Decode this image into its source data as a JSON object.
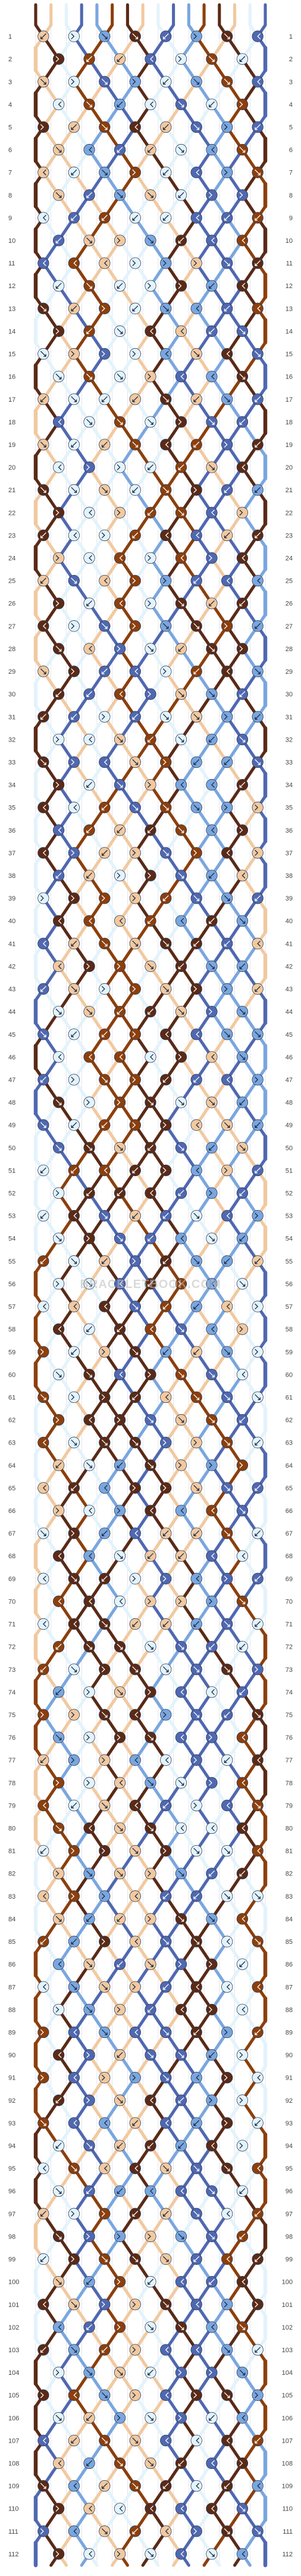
{
  "diagram": {
    "watermark": "BRACELETBOOK.COM",
    "row_labels": [
      "1",
      "2",
      "3",
      "4",
      "5",
      "6",
      "7",
      "8",
      "9",
      "10",
      "11",
      "12",
      "13",
      "14",
      "15",
      "16",
      "17",
      "18",
      "19",
      "20",
      "21",
      "22",
      "23",
      "24",
      "25",
      "26",
      "27",
      "28",
      "29",
      "30",
      "31",
      "32",
      "33",
      "34",
      "35",
      "36",
      "37",
      "38",
      "39",
      "40",
      "41",
      "42",
      "43",
      "44",
      "45",
      "46",
      "47",
      "48",
      "49",
      "50",
      "51",
      "52",
      "53",
      "54",
      "55",
      "56",
      "57",
      "58",
      "59",
      "60",
      "61",
      "62",
      "63",
      "64",
      "65",
      "66",
      "67",
      "68",
      "69",
      "70",
      "71",
      "72",
      "73",
      "74",
      "75",
      "76",
      "77",
      "78",
      "79",
      "80",
      "81",
      "82",
      "83",
      "84",
      "85",
      "86",
      "87",
      "88",
      "89",
      "90",
      "91",
      "92",
      "93",
      "94",
      "95",
      "96",
      "97",
      "98",
      "99",
      "100",
      "101",
      "102",
      "103",
      "104",
      "105",
      "106",
      "107",
      "108",
      "109",
      "110",
      "111",
      "112"
    ],
    "strings": 16,
    "colors": {
      "A": "#5a2a16",
      "B": "#f1c9a0",
      "C": "#e3f3fb",
      "D": "#5068b0",
      "E": "#7aa6de",
      "F": "#8c3f0c"
    },
    "start_order": [
      "A",
      "B",
      "C",
      "D",
      "E",
      "F",
      "A",
      "B",
      "C",
      "D",
      "E",
      "F",
      "A",
      "B",
      "C",
      "D"
    ]
  }
}
